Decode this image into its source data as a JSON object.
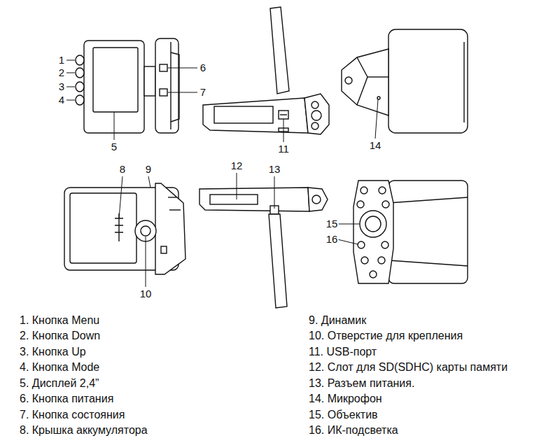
{
  "diagram": {
    "labels": [
      "1",
      "2",
      "3",
      "4",
      "5",
      "6",
      "7",
      "11",
      "14",
      "8",
      "9",
      "12",
      "13",
      "10",
      "15",
      "16",
      "1. Кнопка Menu",
      "2. Кнопка Down",
      "3. Кнопка Up",
      "4. Кнопка Mode",
      "5. Дисплей 2,4”",
      "6. Кнопка питания",
      "7. Кнопка состояния",
      "8. Крышка аккумулятора",
      "9. Динамик",
      "10. Отверстие для крепления",
      "11. USB-порт",
      "12. Слот для SD(SDHC) карты памяти",
      "13. Разъем питания.",
      "14. Микрофон",
      "15. Объектив",
      "16. ИК-подсветка"
    ]
  }
}
